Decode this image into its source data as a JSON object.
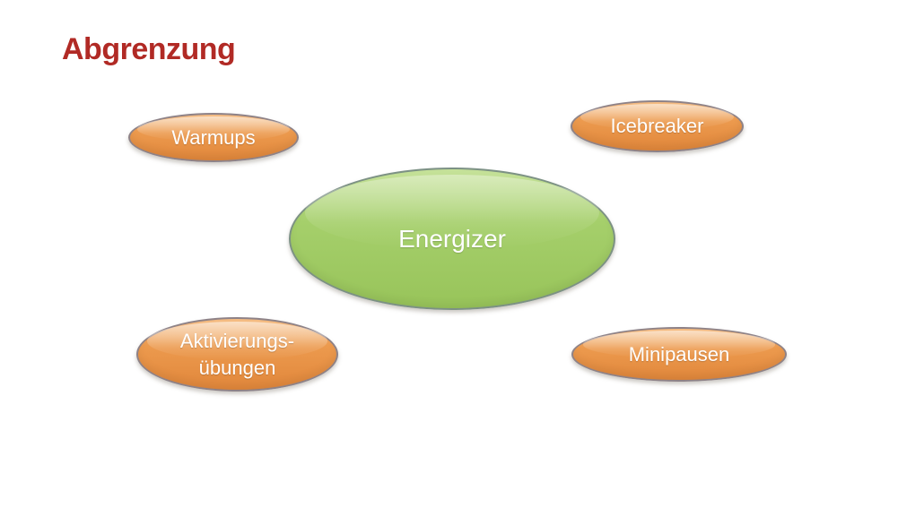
{
  "slide": {
    "title": {
      "text": "Abgrenzung",
      "color": "#B12A25"
    },
    "background": "#FFFFFF"
  },
  "diagram": {
    "center_node": {
      "id": "energizer",
      "label": "Energizer"
    },
    "center_style": {
      "fill": "#A5CF6B",
      "fill_light": "#C6E29A",
      "fill_dark": "#98C45A",
      "border": "#7C9184",
      "text": "#FFFFFF"
    },
    "satellite_nodes": [
      {
        "id": "warmups",
        "label": "Warmups",
        "position": "top-left"
      },
      {
        "id": "icebreaker",
        "label": "Icebreaker",
        "position": "top-right"
      },
      {
        "id": "aktivierungsuebungen",
        "label": "Aktivierungs-übungen",
        "position": "bottom-left"
      },
      {
        "id": "minipausen",
        "label": "Minipausen",
        "position": "bottom-right"
      }
    ],
    "satellite_style": {
      "fill": "#EC9A4E",
      "fill_light": "#F6BE85",
      "fill_dark": "#E1873B",
      "border": "#8E8287",
      "text": "#FFFFFF"
    }
  }
}
